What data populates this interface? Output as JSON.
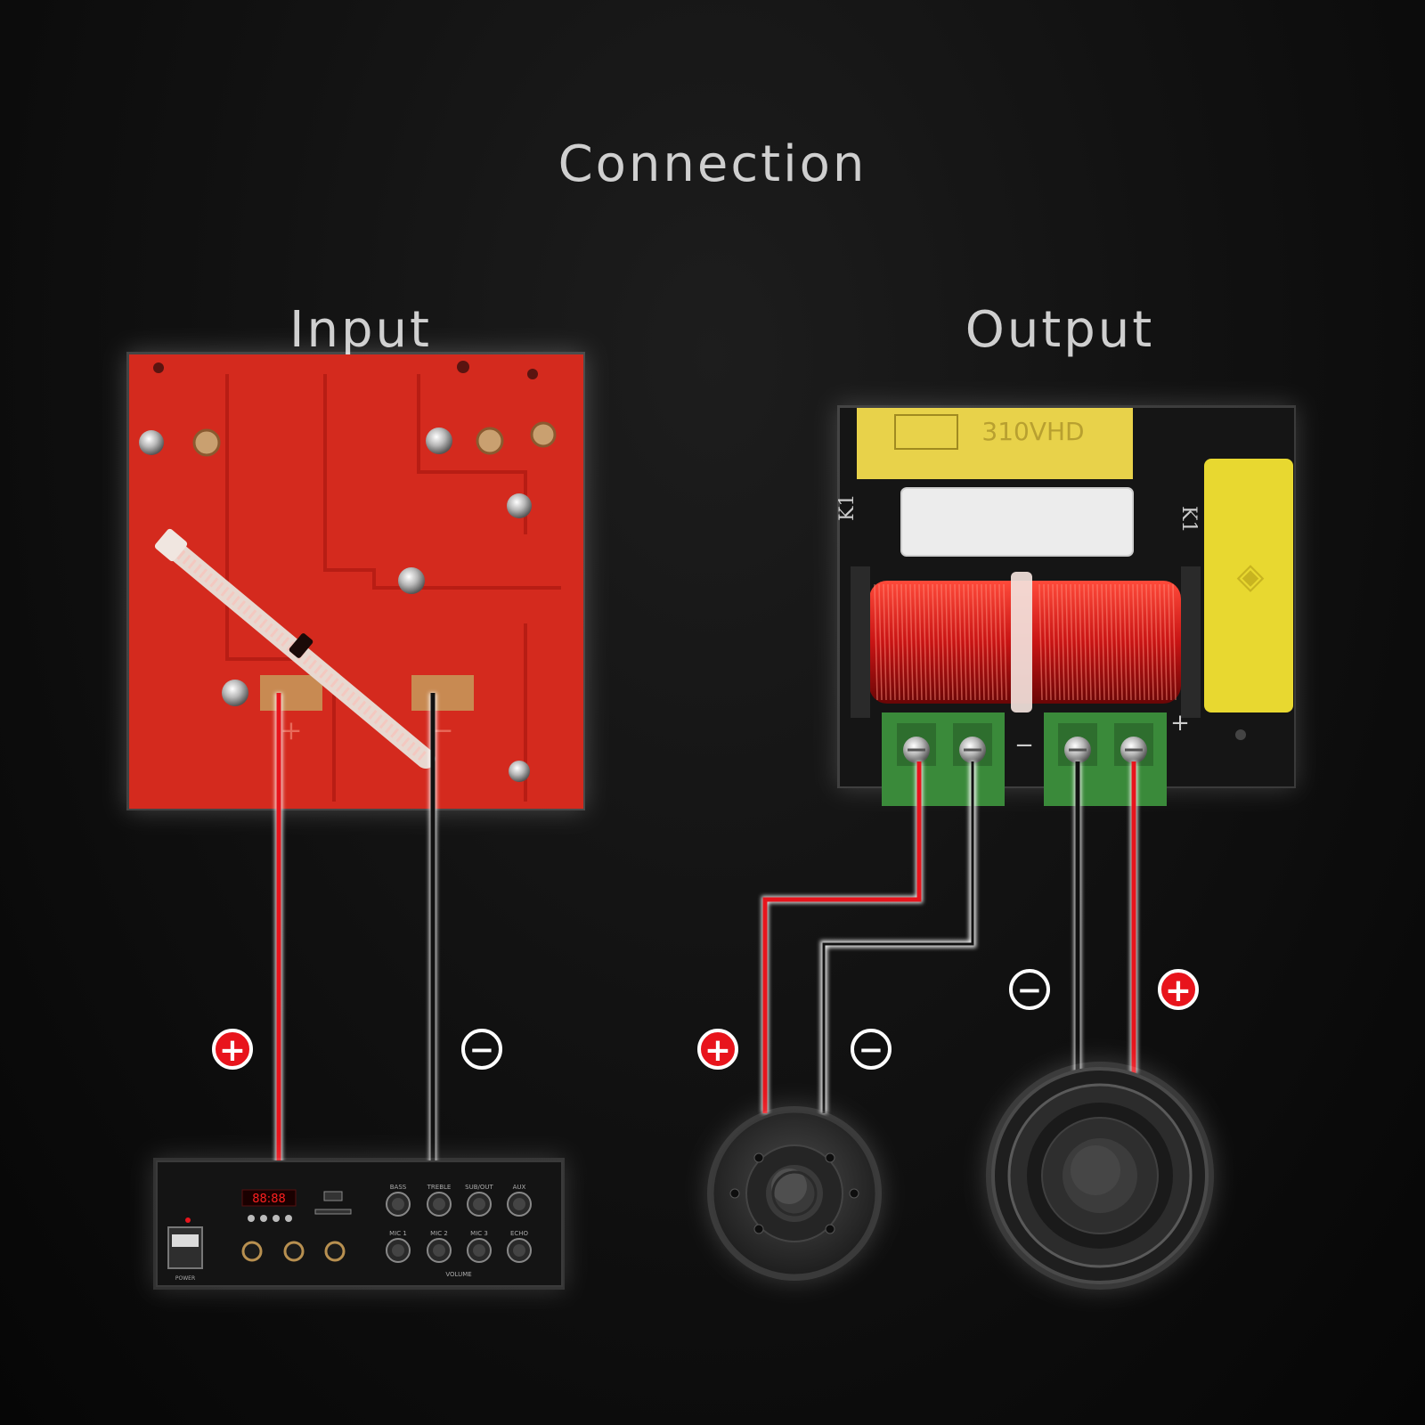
{
  "title": "Connection",
  "input": {
    "label": "Input",
    "board": {
      "plus_mark": "+",
      "minus_mark": "−"
    }
  },
  "output": {
    "label": "Output",
    "board": {
      "capacitor_marking": "310VHD",
      "left_mark": "K1",
      "right_mark": "K1",
      "plus_mark": "+",
      "minus_mark": "−"
    }
  },
  "polarity": {
    "positive_symbol": "+",
    "negative_symbol": "−"
  },
  "colors": {
    "background": "#0d0d0d",
    "input_board": "#d42a1e",
    "positive_wire": "#e8141c",
    "negative_wire": "#111111",
    "wire_glow": "#ffffff",
    "coil": "#c81414",
    "terminal": "#3a8a3a",
    "capacitor": "#e8d24a",
    "label_text": "#cfcfcf"
  },
  "amplifier": {
    "labels": [
      "BASS",
      "TREBLE",
      "SUB/OUT",
      "AUX",
      "MIC 1",
      "MIC 2",
      "MIC 3",
      "ECHO",
      "POWER",
      "VOLUME"
    ]
  }
}
